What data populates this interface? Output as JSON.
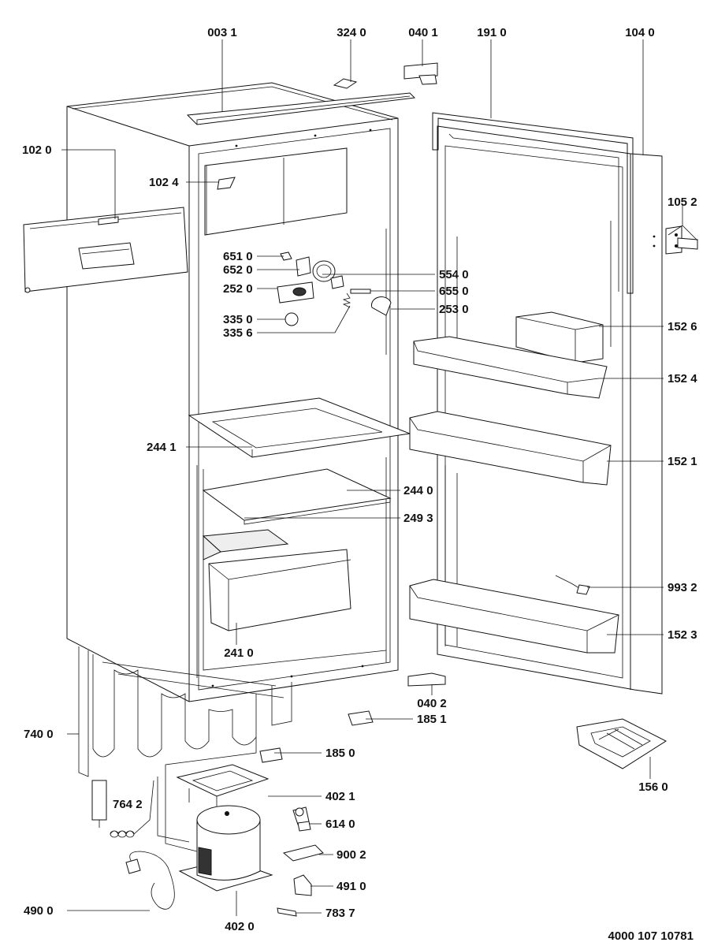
{
  "callouts": [
    {
      "id": "c0031",
      "text": "003 1"
    },
    {
      "id": "c3240",
      "text": "324 0"
    },
    {
      "id": "c0401",
      "text": "040 1"
    },
    {
      "id": "c1910",
      "text": "191 0"
    },
    {
      "id": "c1040",
      "text": "104 0"
    },
    {
      "id": "c1020",
      "text": "102 0"
    },
    {
      "id": "c1024",
      "text": "102 4"
    },
    {
      "id": "c1052",
      "text": "105 2"
    },
    {
      "id": "c6510",
      "text": "651 0"
    },
    {
      "id": "c6520",
      "text": "652 0"
    },
    {
      "id": "c5540",
      "text": "554 0"
    },
    {
      "id": "c2520",
      "text": "252 0"
    },
    {
      "id": "c6550",
      "text": "655 0"
    },
    {
      "id": "c2530",
      "text": "253 0"
    },
    {
      "id": "c3350",
      "text": "335 0"
    },
    {
      "id": "c3356",
      "text": "335 6"
    },
    {
      "id": "c1526",
      "text": "152 6"
    },
    {
      "id": "c1524",
      "text": "152 4"
    },
    {
      "id": "c2441",
      "text": "244 1"
    },
    {
      "id": "c1521",
      "text": "152 1"
    },
    {
      "id": "c2440",
      "text": "244 0"
    },
    {
      "id": "c2493",
      "text": "249 3"
    },
    {
      "id": "c9932",
      "text": "993 2"
    },
    {
      "id": "c1523",
      "text": "152 3"
    },
    {
      "id": "c2410",
      "text": "241 0"
    },
    {
      "id": "c0402",
      "text": "040 2"
    },
    {
      "id": "c1851",
      "text": "185 1"
    },
    {
      "id": "c7400",
      "text": "740 0"
    },
    {
      "id": "c1850",
      "text": "185 0"
    },
    {
      "id": "c1560",
      "text": "156 0"
    },
    {
      "id": "c4021",
      "text": "402 1"
    },
    {
      "id": "c7642",
      "text": "764 2"
    },
    {
      "id": "c6140",
      "text": "614 0"
    },
    {
      "id": "c9002",
      "text": "900 2"
    },
    {
      "id": "c4910",
      "text": "491 0"
    },
    {
      "id": "c4900",
      "text": "490 0"
    },
    {
      "id": "c7837",
      "text": "783 7"
    },
    {
      "id": "c4020",
      "text": "402 0"
    }
  ],
  "document_code": "4000 107 10781"
}
